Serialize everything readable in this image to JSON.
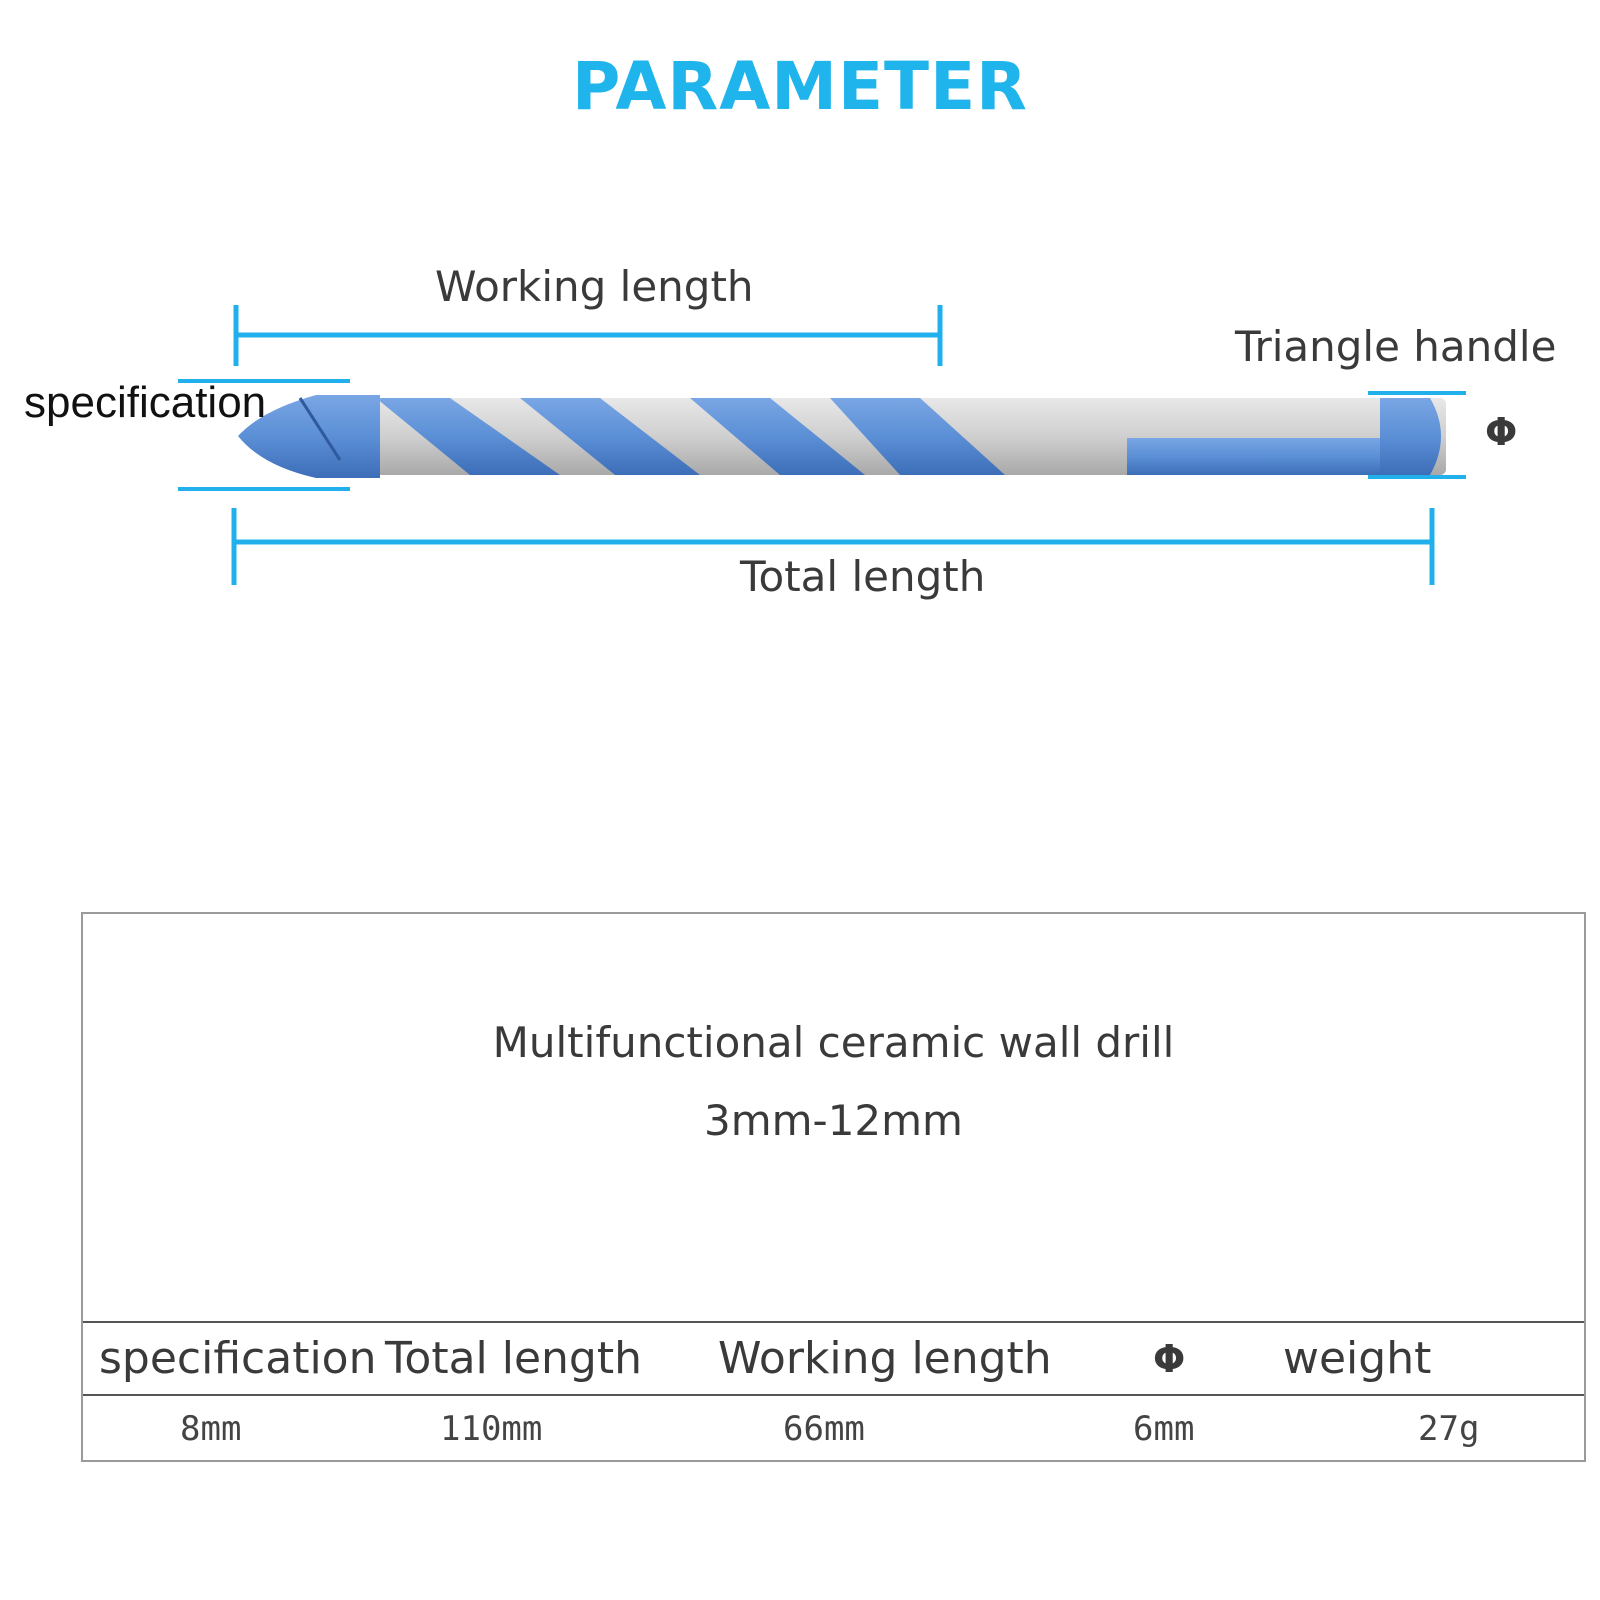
{
  "title": "PARAMETER",
  "colors": {
    "accent": "#1fb5ec",
    "drill_blue": "#5b8fd6",
    "drill_silver": "#c8c8c8",
    "text": "#3a3a3a"
  },
  "diagram": {
    "working_length_label": "Working length",
    "total_length_label": "Total length",
    "triangle_handle_label": "Triangle handle",
    "specification_label": "specification",
    "phi_label": "Φ"
  },
  "product": {
    "name": "Multifunctional ceramic wall drill",
    "size_range": "3mm-12mm"
  },
  "table": {
    "headers": [
      "specification",
      "Total length",
      "Working length",
      "Φ",
      "weight"
    ],
    "row": [
      "8mm",
      "110mm",
      "66mm",
      "6mm",
      "27g"
    ]
  }
}
